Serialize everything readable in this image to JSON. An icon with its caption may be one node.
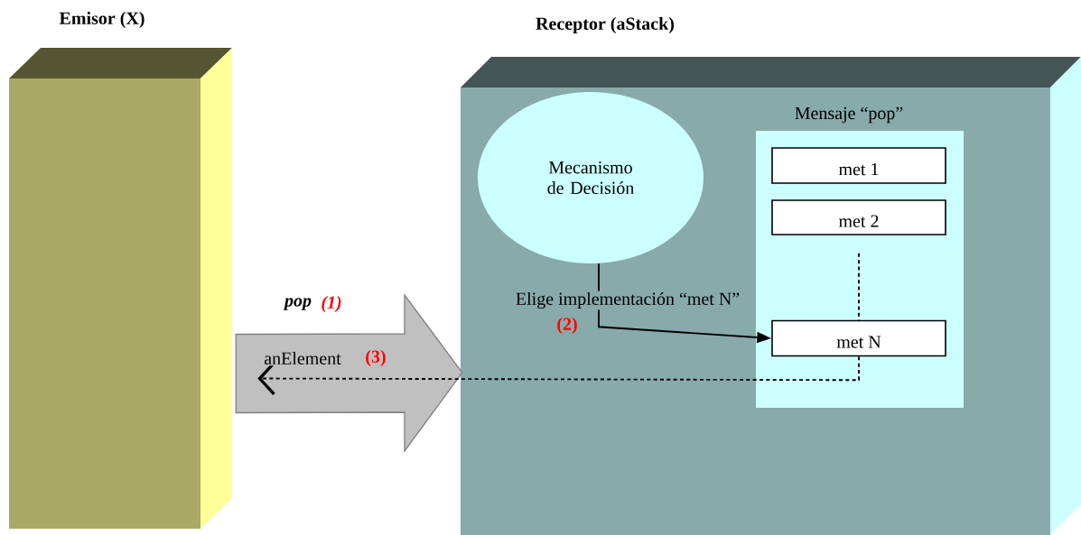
{
  "diagram": {
    "nodes": [
      {
        "text": [
          "Emisor (X)"
        ]
      },
      {
        "text": [
          "Receptor (aStack)"
        ]
      },
      {
        "text": [
          "Mecanismo de Decisión"
        ],
        "in": 1
      },
      {
        "text": [
          "Mensaje “pop”"
        ],
        "in": 1
      },
      {
        "text": [
          "met 1"
        ],
        "in": 3
      },
      {
        "text": [
          "met 2"
        ],
        "in": 3
      },
      {
        "text": [
          "met N"
        ],
        "in": 3
      }
    ],
    "edges": [
      {
        "from": 0,
        "to": 1,
        "arrow": "to",
        "label": "pop",
        "style": "thick",
        "color": "#c0c0c0"
      },
      {
        "from": 2,
        "to": 6,
        "arrow": "to",
        "label": "Elige implementación “met N”"
      },
      {
        "from": 5,
        "to": 6,
        "arrow": "none",
        "style": "dashed"
      },
      {
        "from": 6,
        "to": 0,
        "arrow": "to",
        "label": "anElement",
        "style": "dashed"
      }
    ],
    "labels": [
      "(1)",
      "(2)",
      "(3)"
    ]
  }
}
